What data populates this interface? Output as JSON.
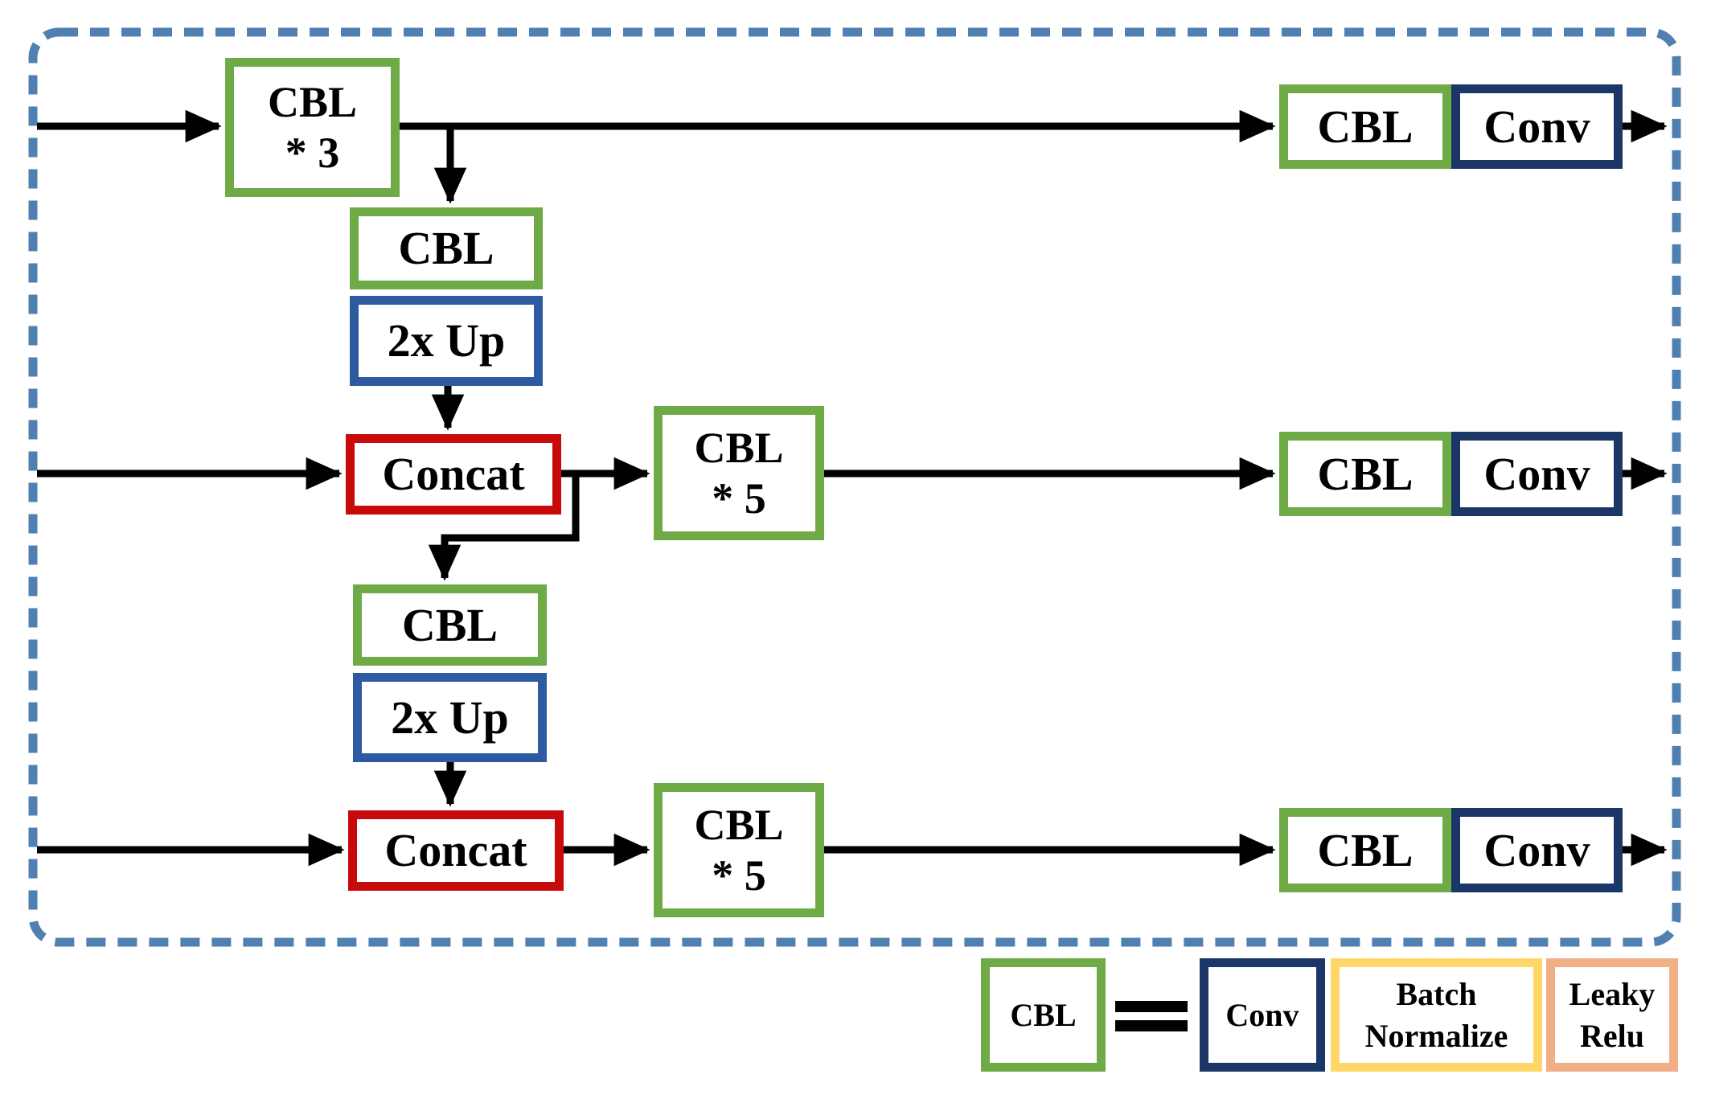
{
  "diagram": {
    "blocks": {
      "cbl_x3": {
        "line1": "CBL",
        "line2": "* 3"
      },
      "cbl": "CBL",
      "upsample": "2x Up",
      "concat": "Concat",
      "cbl_x5": {
        "line1": "CBL",
        "line2": "* 5"
      },
      "conv": "Conv"
    }
  },
  "legend": {
    "cbl": "CBL",
    "equals_icon": "=",
    "conv": "Conv",
    "batch_normalize": {
      "line1": "Batch",
      "line2": "Normalize"
    },
    "leaky_relu": {
      "line1": "Leaky",
      "line2": "Relu"
    }
  },
  "colors": {
    "cbl_border": "#6eaa46",
    "upsample_border": "#2d5aa0",
    "concat_border": "#c80a0a",
    "conv_border": "#1b3768",
    "batch_border": "#ffd769",
    "leaky_border": "#f0af87",
    "boundary_dash": "#5080b2",
    "line": "#000000"
  }
}
